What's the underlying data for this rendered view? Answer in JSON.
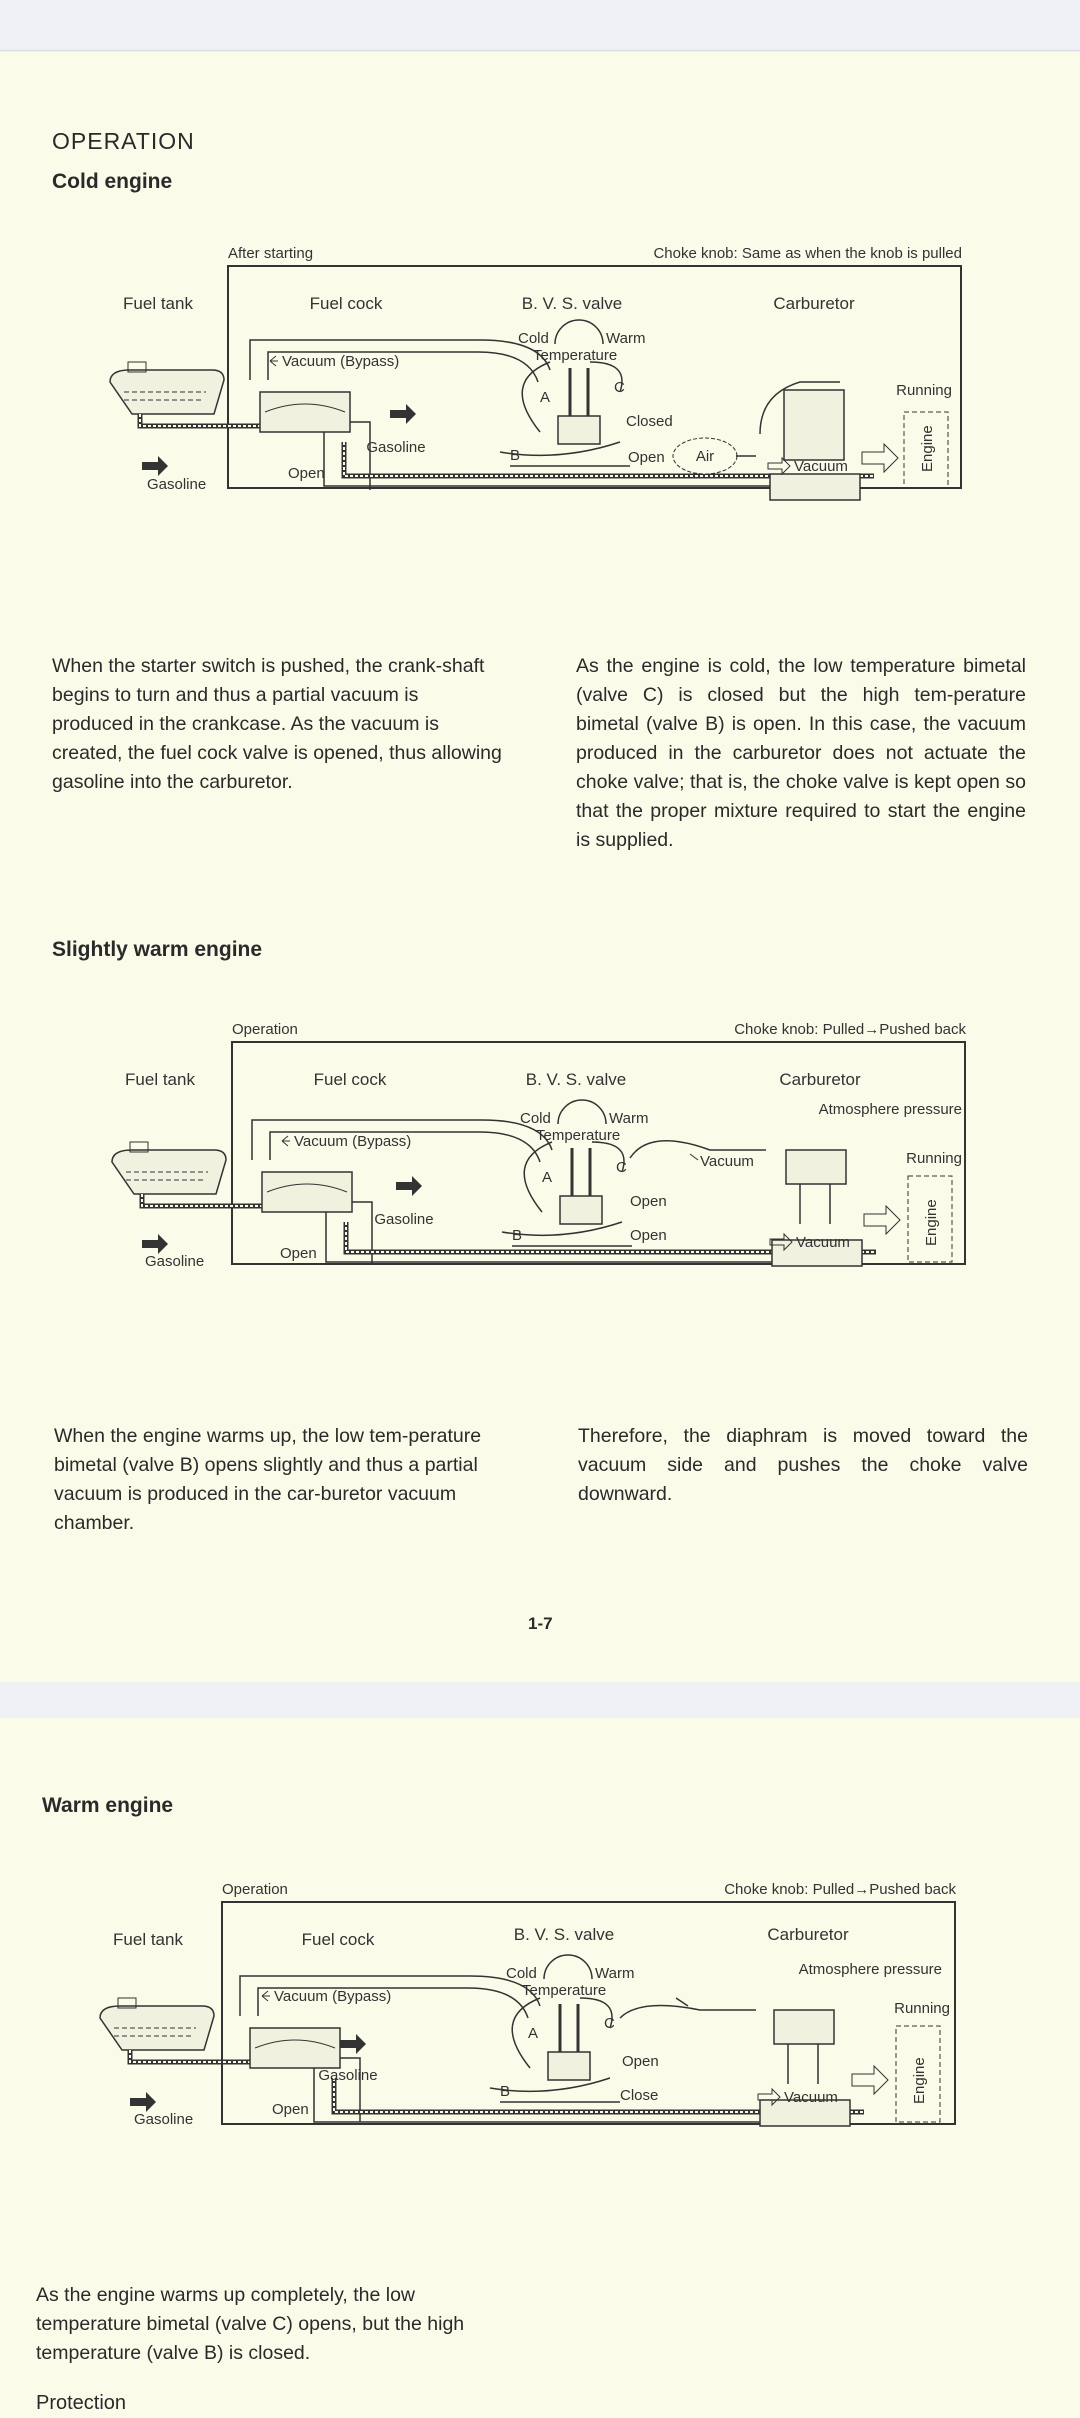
{
  "page1": {
    "section_title": "OPERATION",
    "page_number": "1-7",
    "cold": {
      "heading": "Cold engine",
      "diagram": {
        "header_left": "After starting",
        "header_right": "Choke knob:  Same as when the knob is pulled",
        "fuel_tank": "Fuel tank",
        "fuel_cock": "Fuel cock",
        "bvs_valve": "B. V. S. valve",
        "carburetor": "Carburetor",
        "vacuum_bypass": "Vacuum (Bypass)",
        "cold": "Cold",
        "warm": "Warm",
        "temperature": "Temperature",
        "valve_a": "A",
        "valve_b": "B",
        "valve_c": "C",
        "closed": "Closed",
        "open": "Open",
        "air": "Air",
        "running": "Running",
        "engine": "Engine",
        "open_cock": "Open",
        "gasoline_left": "Gasoline",
        "gasoline_bottom": "Gasoline",
        "vacuum": "Vacuum"
      },
      "text_left": "When the starter switch is pushed, the crank-shaft begins to turn and thus a partial vacuum is produced in the crankcase. As the vacuum is created, the fuel cock valve is opened, thus allowing gasoline into the carburetor.",
      "text_right": "As the engine is cold, the low temperature bimetal (valve C) is closed but the high tem-perature bimetal (valve B) is open. In this case, the vacuum produced in the carburetor does not actuate the choke valve; that is, the choke valve is kept open so that the proper mixture required to start the engine is supplied."
    },
    "slightly_warm": {
      "heading": "Slightly warm engine",
      "diagram": {
        "header_left": "Operation",
        "header_right": "Choke knob:  Pulled→Pushed back",
        "fuel_tank": "Fuel tank",
        "fuel_cock": "Fuel cock",
        "bvs_valve": "B. V. S. valve",
        "carburetor": "Carburetor",
        "atmosphere": "Atmosphere pressure",
        "vacuum_bypass": "Vacuum (Bypass)",
        "cold": "Cold",
        "warm": "Warm",
        "temperature": "Temperature",
        "valve_a": "A",
        "valve_b": "B",
        "valve_c": "C",
        "open_top": "Open",
        "open_bottom": "Open",
        "vacuum_mid": "Vacuum",
        "running": "Running",
        "engine": "Engine",
        "open_cock": "Open",
        "gasoline_left": "Gasoline",
        "gasoline_bottom": "Gasoline",
        "vacuum": "Vacuum"
      },
      "text_left": "When the engine warms up, the low tem-perature bimetal (valve B) opens slightly and thus a partial vacuum is produced in the car-buretor vacuum chamber.",
      "text_right": "Therefore, the diaphram is moved toward the vacuum side and pushes the choke valve downward."
    }
  },
  "page2": {
    "warm": {
      "heading": "Warm engine",
      "diagram": {
        "header_left": "Operation",
        "header_right": "Choke knob:  Pulled→Pushed back",
        "fuel_tank": "Fuel tank",
        "fuel_cock": "Fuel cock",
        "bvs_valve": "B. V. S. valve",
        "carburetor": "Carburetor",
        "atmosphere": "Atmosphere pressure",
        "vacuum_bypass": "Vacuum (Bypass)",
        "cold": "Cold",
        "warm": "Warm",
        "temperature": "Temperature",
        "valve_a": "A",
        "valve_b": "B",
        "valve_c": "C",
        "open_top": "Open",
        "close": "Close",
        "running": "Running",
        "engine": "Engine",
        "open_cock": "Open",
        "gasoline_left": "Gasoline",
        "gasoline_bottom": "Gasoline",
        "vacuum": "Vacuum"
      },
      "text": "As the engine warms up completely, the low temperature bimetal (valve C) opens, but the high temperature (valve B) is closed.",
      "next_heading_partial": "Protection"
    }
  }
}
